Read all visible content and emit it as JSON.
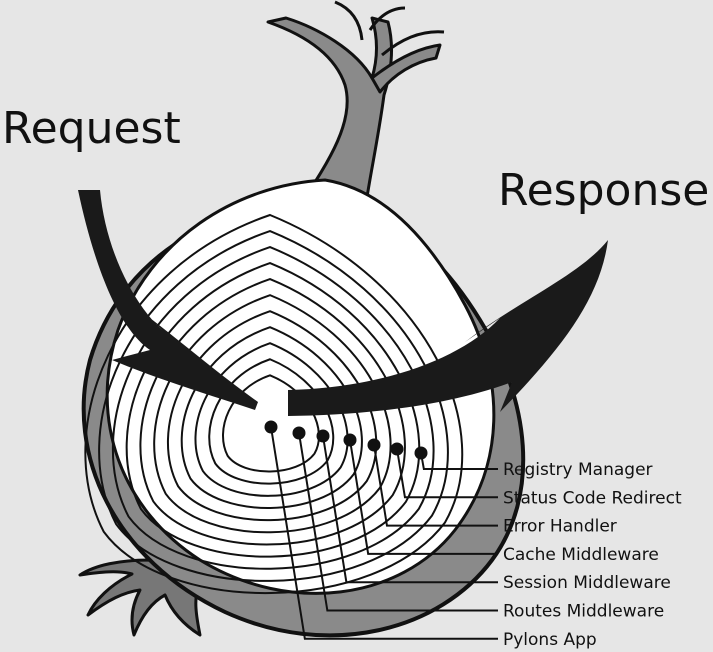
{
  "diagram": {
    "request_label": "Request",
    "response_label": "Response",
    "layers": [
      "Registry Manager",
      "Status Code Redirect",
      "Error Handler",
      "Cache Middleware",
      "Session Middleware",
      "Routes Middleware",
      "Pylons App"
    ]
  },
  "colors": {
    "background": "#e6e6e6",
    "skin": "#8a8a8a",
    "outline": "#111111",
    "flesh": "#ffffff",
    "arrow": "#1a1a1a"
  }
}
